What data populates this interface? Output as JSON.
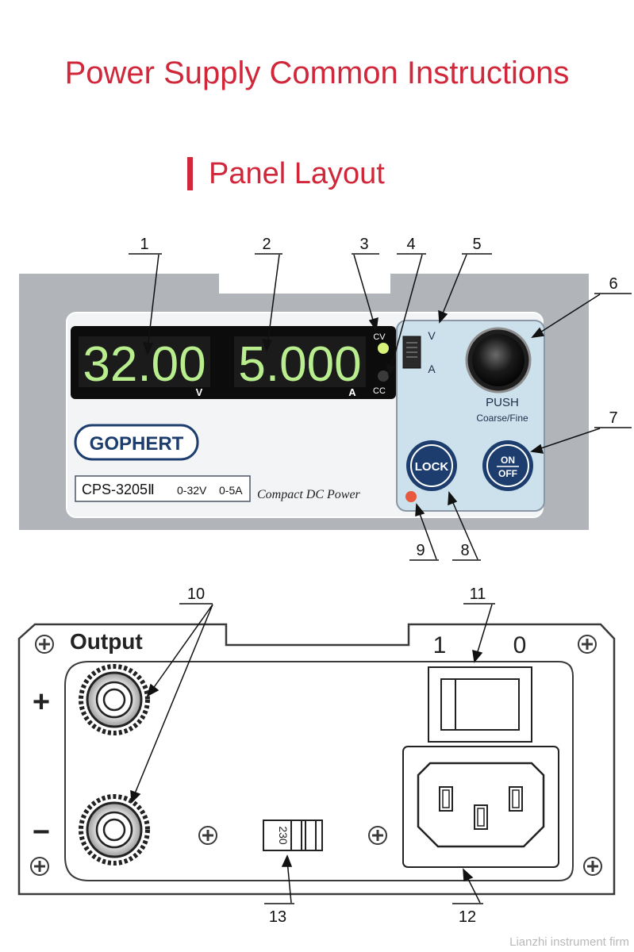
{
  "title": "Power Supply Common Instructions",
  "section_title": "Panel Layout",
  "front_panel": {
    "voltage_display": "32.00",
    "voltage_unit": "V",
    "current_display": "5.000",
    "current_unit": "A",
    "cv_label": "CV",
    "cc_label": "CC",
    "switch_v_label": "V",
    "switch_a_label": "A",
    "knob_label": "PUSH",
    "knob_sublabel": "Coarse/Fine",
    "lock_label": "LOCK",
    "on_label": "ON",
    "off_label": "OFF",
    "brand": "GOPHERT",
    "model_name": "CPS-3205Ⅱ",
    "voltage_range": "0-32V",
    "current_range": "0-5A",
    "tagline": "Compact DC Power"
  },
  "rear_panel": {
    "output_label": "Output",
    "plus_label": "+",
    "minus_label": "−",
    "switch_one": "1",
    "switch_zero": "0",
    "voltage_select": "230"
  },
  "callouts": [
    "1",
    "2",
    "3",
    "4",
    "5",
    "6",
    "7",
    "8",
    "9",
    "10",
    "11",
    "12",
    "13"
  ],
  "watermark": "Lianzhi instrument firm",
  "colors": {
    "title_red": "#d0273a",
    "display_green": "#b9ee8e",
    "panel_gray": "#b1b4b9",
    "control_blue": "#cde1ed",
    "button_navy": "#1c3d6e"
  }
}
